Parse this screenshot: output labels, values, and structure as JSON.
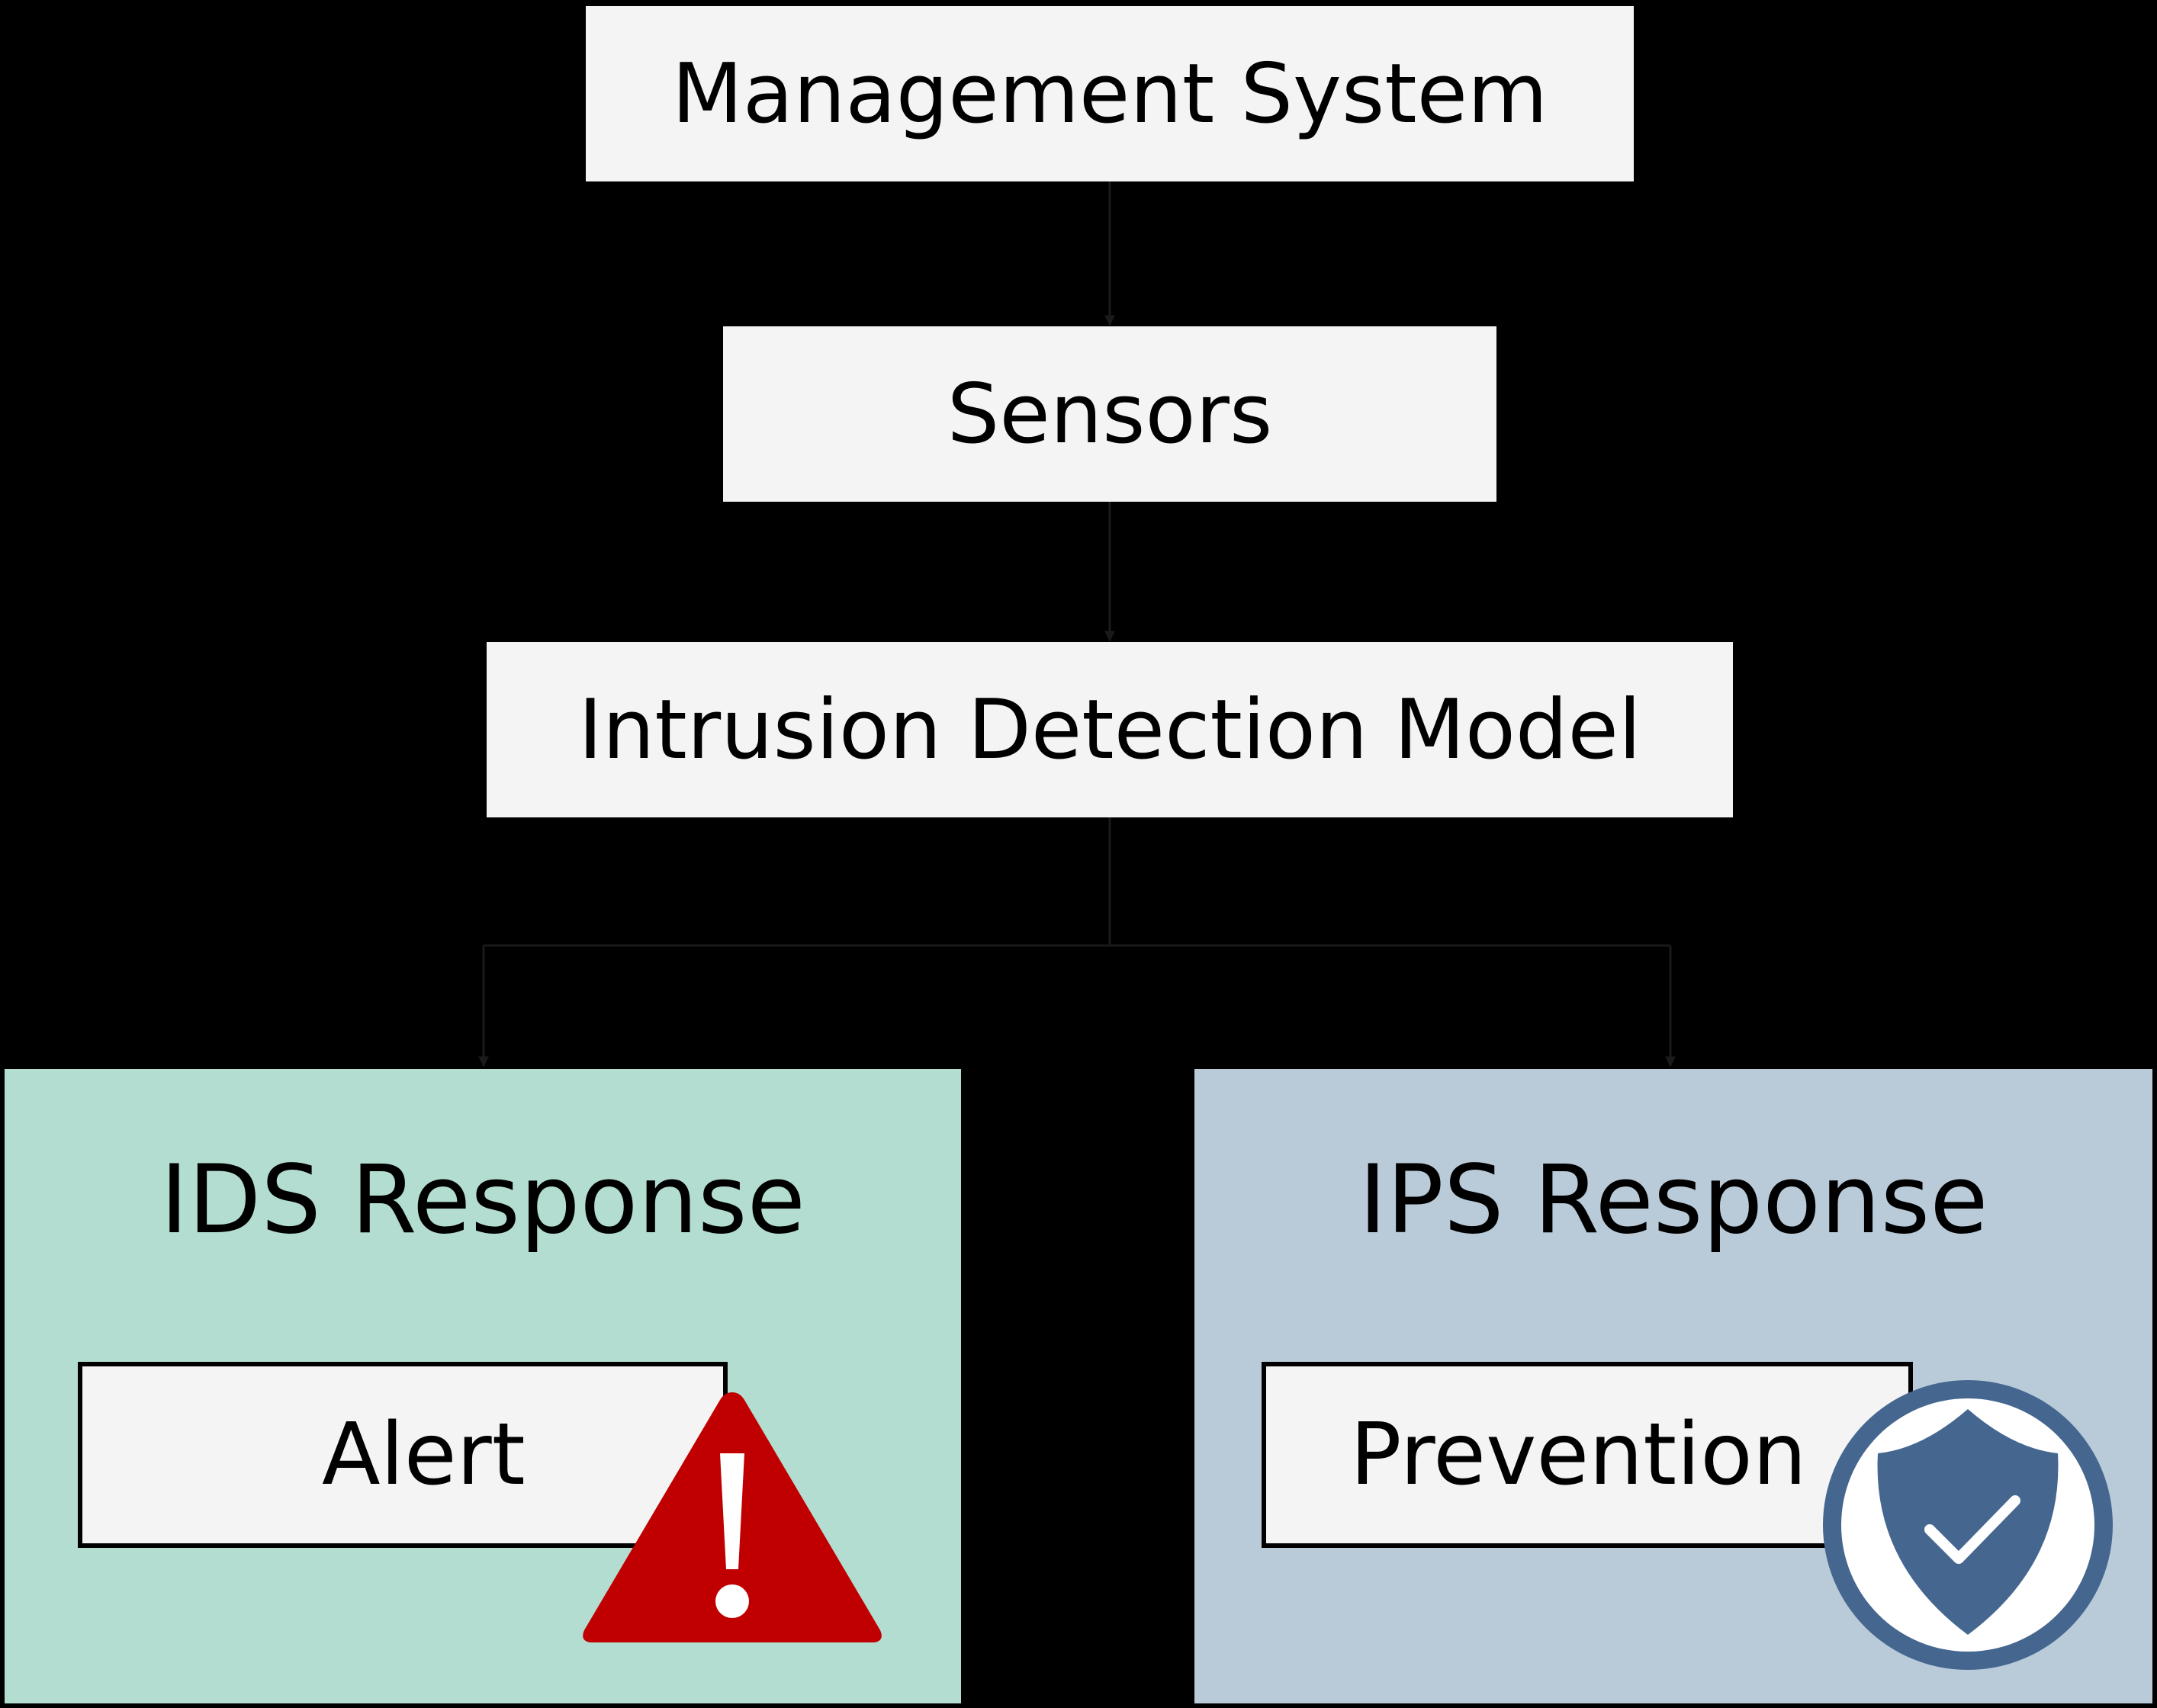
{
  "nodes": {
    "management_system": "Management System",
    "sensors": "Sensors",
    "intrusion_detection_model": "Intrusion Detection Model"
  },
  "ids_panel": {
    "title": "IDS Response",
    "action": "Alert",
    "icon": "warning-icon",
    "color": "#b3ddd0"
  },
  "ips_panel": {
    "title": "IPS Response",
    "action": "Prevention",
    "icon": "shield-check-icon",
    "color": "#b9cbd9"
  },
  "colors": {
    "background": "#000000",
    "node_fill": "#f4f4f4",
    "warning_red": "#c00000",
    "shield_blue": "#44668f"
  }
}
